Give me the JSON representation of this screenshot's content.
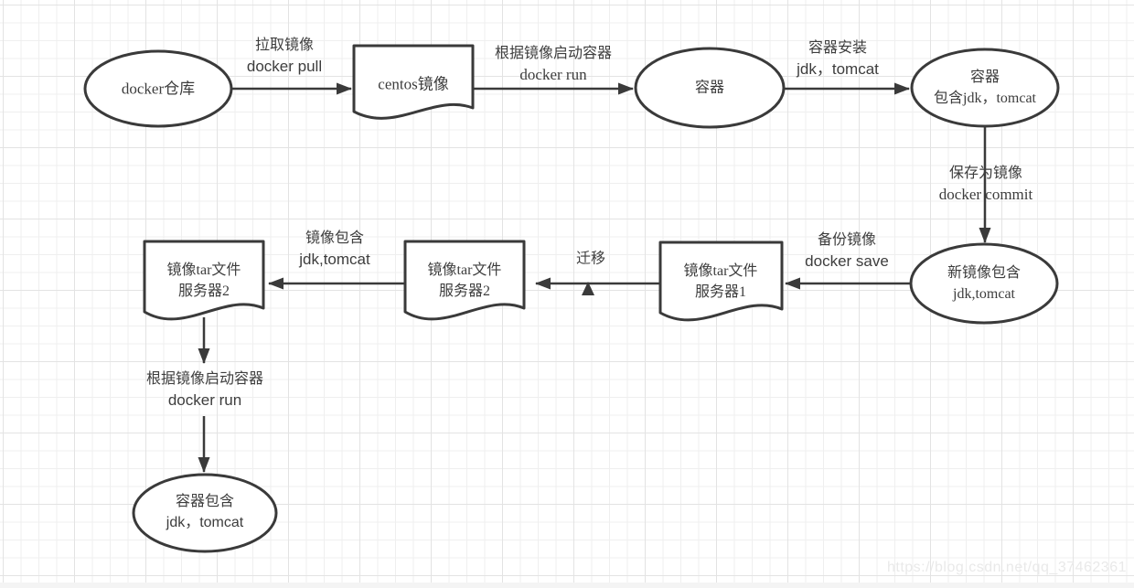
{
  "diagram": {
    "nodes": {
      "docker_repo": {
        "label": "docker仓库"
      },
      "centos_image": {
        "label": "centos镜像"
      },
      "container": {
        "label": "容器"
      },
      "container_jdk": {
        "line1": "容器",
        "line2": "包含jdk，tomcat"
      },
      "new_image": {
        "line1": "新镜像包含",
        "line2": "jdk,tomcat"
      },
      "tar_server1": {
        "line1": "镜像tar文件",
        "line2": "服务器1"
      },
      "tar_server2_mid": {
        "line1": "镜像tar文件",
        "line2": "服务器2"
      },
      "tar_server2_left": {
        "line1": "镜像tar文件",
        "line2": "服务器2"
      },
      "final_container": {
        "line1": "容器包含",
        "line2": "jdk，tomcat"
      }
    },
    "edges": {
      "pull": {
        "line1": "拉取镜像",
        "line2": "docker pull"
      },
      "run_top": {
        "line1": "根据镜像启动容器",
        "line2": "docker run"
      },
      "install": {
        "line1": "容器安装",
        "line2": "jdk，tomcat"
      },
      "commit": {
        "line1": "保存为镜像",
        "line2": "docker commit"
      },
      "save": {
        "line1": "备份镜像",
        "line2": "docker save"
      },
      "migrate": {
        "line1": "迁移"
      },
      "contains": {
        "line1": "镜像包含",
        "line2": "jdk,tomcat"
      },
      "run_bottom": {
        "line1": "根据镜像启动容器",
        "line2": "docker run"
      }
    },
    "colors": {
      "stroke": "#3a3a3a",
      "text": "#3d3d3d",
      "watermark": "#e9e9e9"
    }
  },
  "watermark": {
    "text": "https://blog.csdn.net/qq_37462361"
  }
}
